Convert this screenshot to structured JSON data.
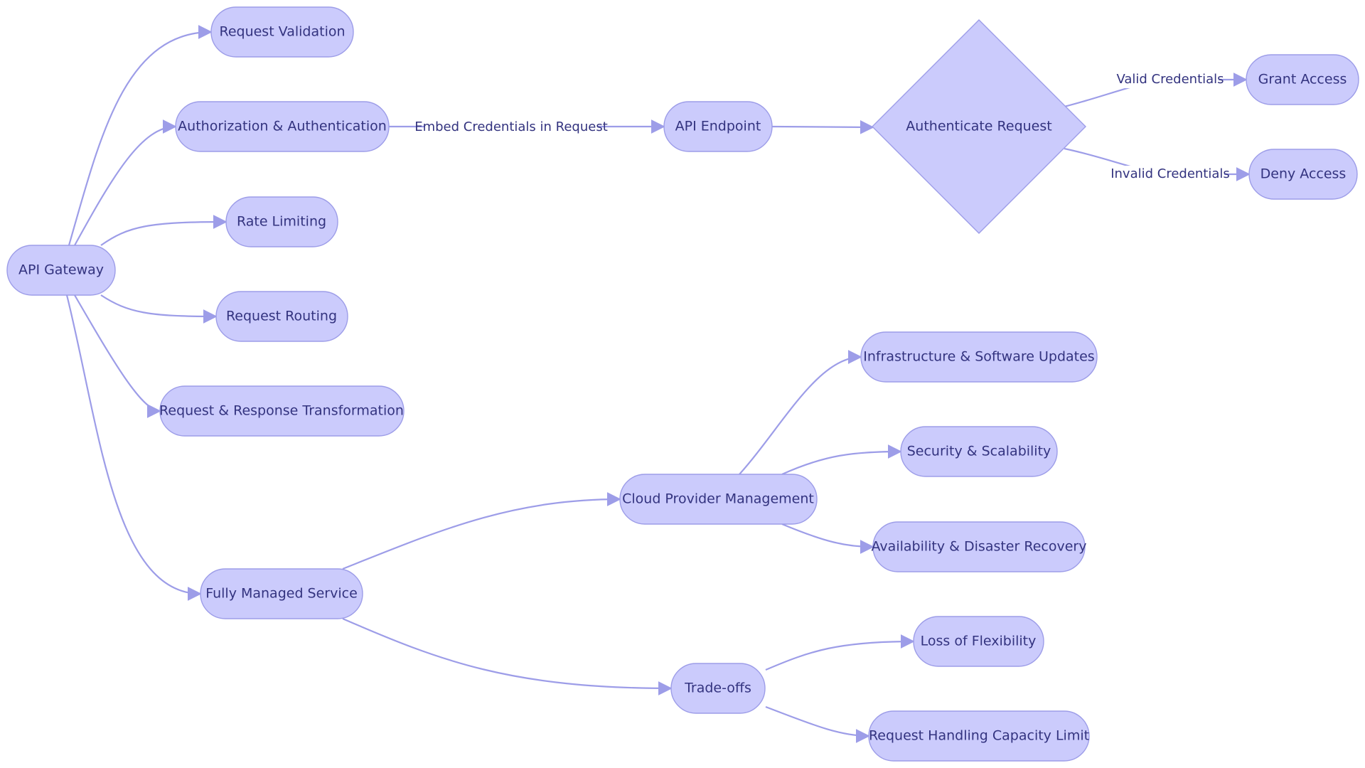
{
  "diagram": {
    "nodes": {
      "api_gateway": "API Gateway",
      "request_validation": "Request Validation",
      "auth": "Authorization & Authentication",
      "rate_limiting": "Rate Limiting",
      "request_routing": "Request Routing",
      "req_resp_transform": "Request & Response Transformation",
      "fully_managed": "Fully Managed Service",
      "api_endpoint": "API Endpoint",
      "authenticate_request": "Authenticate Request",
      "grant_access": "Grant Access",
      "deny_access": "Deny Access",
      "cloud_provider": "Cloud Provider Management",
      "infra_updates": "Infrastructure & Software Updates",
      "security_scalability": "Security & Scalability",
      "availability_dr": "Availability & Disaster Recovery",
      "tradeoffs": "Trade-offs",
      "loss_flexibility": "Loss of Flexibility",
      "capacity_limit": "Request Handling Capacity Limit"
    },
    "edge_labels": {
      "embed_credentials": "Embed Credentials in Request",
      "valid_credentials": "Valid Credentials",
      "invalid_credentials": "Invalid Credentials"
    },
    "colors": {
      "node_fill": "#cbcbfc",
      "node_stroke": "#9d9de8",
      "edge": "#9d9de8",
      "text": "#33337f"
    }
  }
}
